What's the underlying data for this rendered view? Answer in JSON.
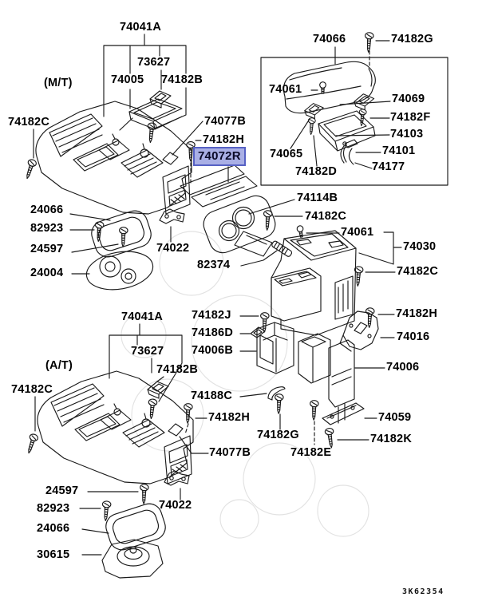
{
  "diagram": {
    "drawing_code": "3K62354",
    "highlight": {
      "selected_part": "74072R",
      "background": "#a9afe5",
      "border": "#5661c4"
    }
  },
  "labels": {
    "mt_74041A": "74041A",
    "mt_73627": "73627",
    "mt_74005": "74005",
    "mt_74182B": "74182B",
    "mt_type": "(M/T)",
    "mt_74182C": "74182C",
    "mt_74077B": "74077B",
    "mt_74182H": "74182H",
    "mt_74072R": "74072R",
    "mt_24066": "24066",
    "mt_82923": "82923",
    "mt_24597": "24597",
    "mt_24004": "24004",
    "mt_74022": "74022",
    "box_74066": "74066",
    "box_74182G": "74182G",
    "box_74061": "74061",
    "box_74069": "74069",
    "box_74182F": "74182F",
    "box_74103": "74103",
    "box_74101": "74101",
    "box_74177": "74177",
    "box_74065": "74065",
    "box_74182D": "74182D",
    "c_74114B": "74114B",
    "c_74182C_a": "74182C",
    "c_74061": "74061",
    "c_74030": "74030",
    "c_82374": "82374",
    "c_74182C_b": "74182C",
    "c_74182J": "74182J",
    "c_74186D": "74186D",
    "c_74006B": "74006B",
    "c_74188C": "74188C",
    "c_74182H_left": "74182H",
    "c_74182G": "74182G",
    "c_74077B": "74077B",
    "c_74182E": "74182E",
    "c_74182H_right": "74182H",
    "c_74016": "74016",
    "c_74006": "74006",
    "c_74059": "74059",
    "c_74182K": "74182K",
    "at_74041A": "74041A",
    "at_73627": "73627",
    "at_74182B": "74182B",
    "at_type": "(A/T)",
    "at_74182C": "74182C",
    "at_24597": "24597",
    "at_82923": "82923",
    "at_24066": "24066",
    "at_30615": "30615",
    "at_74022": "74022"
  }
}
